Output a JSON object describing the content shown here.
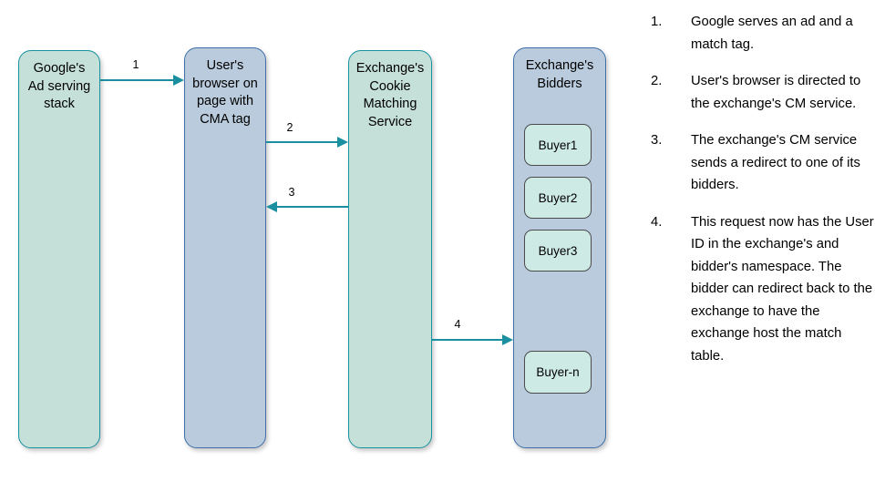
{
  "colors": {
    "green_fill": "#c5e0d8",
    "green_border": "#17929f",
    "blue_fill": "#b9cbdd",
    "blue_border": "#3f6fa8",
    "buyer_fill": "#cdeae5",
    "buyer_border": "#4b4b4b",
    "arrow": "#1a8fa0",
    "text": "#000000",
    "background": "#ffffff"
  },
  "diagram": {
    "lanes": [
      {
        "id": "google-ad-serving-stack",
        "label": "Google's\nAd serving\nstack",
        "color": "green"
      },
      {
        "id": "users-browser",
        "label": "User's\nbrowser on\npage with\nCMA tag",
        "color": "blue"
      },
      {
        "id": "exchange-cookie-matching-service",
        "label": "Exchange's\nCookie\nMatching\nService",
        "color": "green"
      },
      {
        "id": "exchange-bidders",
        "label": "Exchange's\nBidders",
        "color": "blue"
      }
    ],
    "buyers": [
      {
        "id": "buyer1",
        "label": "Buyer1"
      },
      {
        "id": "buyer2",
        "label": "Buyer2"
      },
      {
        "id": "buyer3",
        "label": "Buyer3"
      },
      {
        "id": "buyer-n",
        "label": "Buyer-n"
      }
    ],
    "arrows": [
      {
        "id": "arrow-1",
        "number": "1",
        "from": "google-ad-serving-stack",
        "to": "users-browser",
        "direction": "right"
      },
      {
        "id": "arrow-2",
        "number": "2",
        "from": "users-browser",
        "to": "exchange-cookie-matching-service",
        "direction": "right"
      },
      {
        "id": "arrow-3",
        "number": "3",
        "from": "exchange-cookie-matching-service",
        "to": "users-browser",
        "direction": "left"
      },
      {
        "id": "arrow-4",
        "number": "4",
        "from": "exchange-cookie-matching-service",
        "to": "exchange-bidders",
        "direction": "right"
      }
    ]
  },
  "steps": [
    {
      "number": "1.",
      "text": "Google serves an ad and a match tag."
    },
    {
      "number": "2.",
      "text": "User's browser is directed to the exchange's CM service."
    },
    {
      "number": "3.",
      "text": "The exchange's CM service sends a redirect to one of its bidders."
    },
    {
      "number": "4.",
      "text": "This request now has the User ID in the exchange's and bidder's namespace. The bidder can redirect back to the exchange to have the exchange host the match table."
    }
  ]
}
